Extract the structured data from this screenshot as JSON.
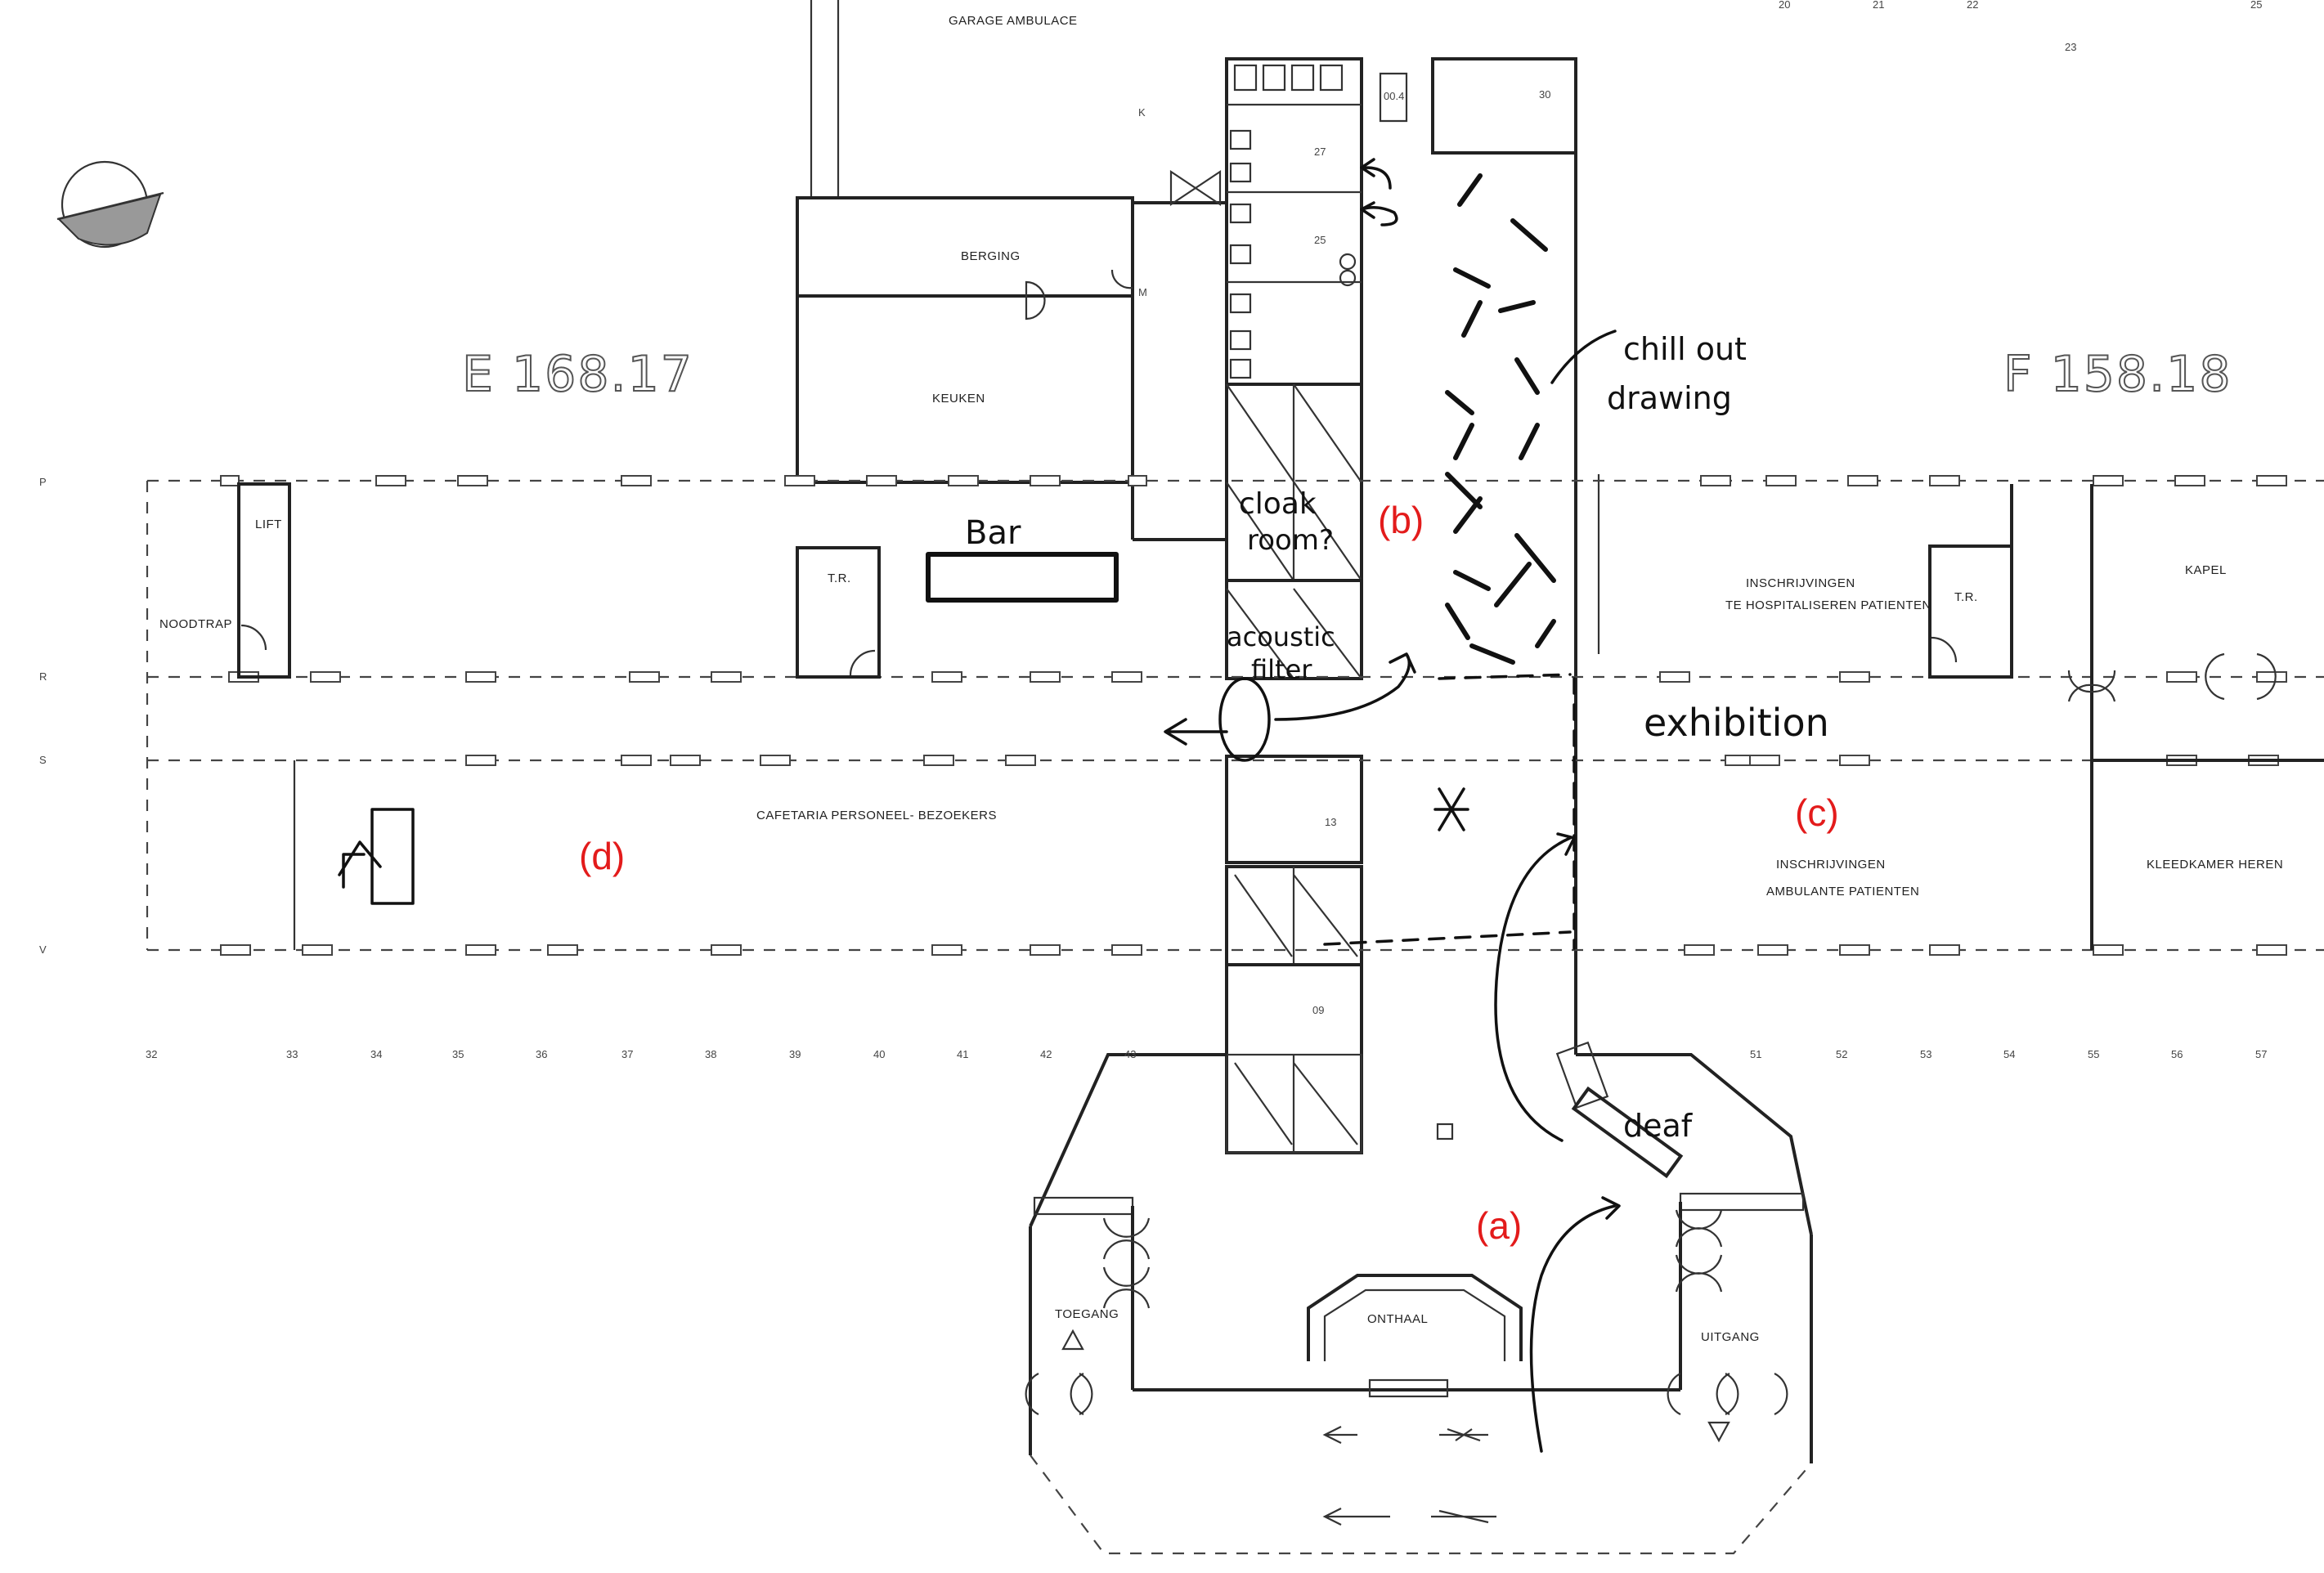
{
  "rooms": {
    "garage": "GARAGE AMBULACE",
    "berging": "BERGING",
    "keuken": "KEUKEN",
    "lift": "LIFT",
    "noodtrap": "NOODTRAP",
    "tr_left": "T.R.",
    "tr_right": "T.R.",
    "cafetaria": "CAFETARIA PERSONEEL- BEZOEKERS",
    "inschrijvingen_hosp_1": "INSCHRIJVINGEN",
    "inschrijvingen_hosp_2": "TE HOSPITALISEREN PATIENTEN",
    "kapel": "KAPEL",
    "inschrijvingen_amb_1": "INSCHRIJVINGEN",
    "inschrijvingen_amb_2": "AMBULANTE PATIENTEN",
    "kleedkamer": "KLEEDKAMER HEREN",
    "toegang": "TOEGANG",
    "onthaal": "ONTHAAL",
    "uitgang": "UITGANG"
  },
  "block_labels": {
    "left": "E 168.17",
    "right": "F 158.18"
  },
  "annotations": {
    "bar": "Bar",
    "cloak_1": "cloak",
    "cloak_2": "room?",
    "acoustic_1": "acoustic",
    "acoustic_2": "filter",
    "chill_1": "chill out",
    "chill_2": "drawing",
    "exhibition": "exhibition",
    "deaf": "deaf"
  },
  "markers": {
    "a": "(a)",
    "b": "(b)",
    "c": "(c)",
    "d": "(d)"
  },
  "room_numbers": {
    "r30": "30",
    "r27": "27",
    "r25": "25",
    "r13": "13",
    "r09": "09",
    "r004": "00.4",
    "m": "M",
    "k": "K"
  },
  "row_labels": [
    "P",
    "R",
    "S",
    "V"
  ],
  "col_labels": [
    "32",
    "33",
    "34",
    "35",
    "36",
    "37",
    "38",
    "39",
    "40",
    "41",
    "42",
    "43",
    "51",
    "52",
    "53",
    "54",
    "55",
    "56",
    "57"
  ],
  "top_col_labels": [
    "20",
    "21",
    "22",
    "23",
    "25"
  ],
  "colors": {
    "marker": "#e31b1b",
    "ink": "#111111",
    "print": "#333333"
  }
}
